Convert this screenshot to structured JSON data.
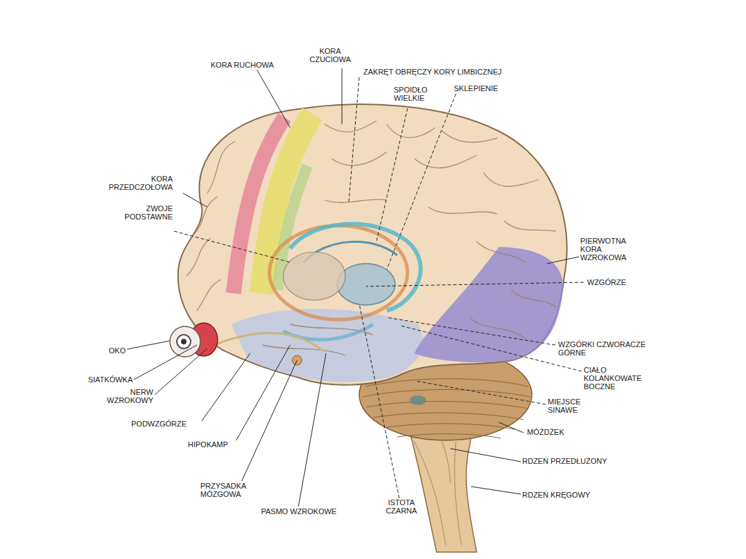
{
  "diagram": {
    "labels": [
      "KORA RUCHOWA",
      "KORA CZUCIOWA",
      "ZAKRĘT OBRĘCZY KORY LIMBICZNEJ",
      "SPOIDŁO WIELKIE",
      "SKLEPIENIE",
      "KORA PRZEDCZOŁOWA",
      "ZWOJE PODSTAWNE",
      "PIERWOTNA KORA WZROKOWA",
      "WZGÓRZE",
      "OKO",
      "WZGÓRKI CZWORACZE GÓRNE",
      "CIAŁO KOLANKOWATE BOCZNE",
      "SIATKÓWKA",
      "NERW WZROKOWY",
      "MIEJSCE SINAWE",
      "PODWZGÓRZE",
      "MÓŻDŻEK",
      "HIPOKAMP",
      "RDZEŃ PRZEDŁUŻONY",
      "RDZEŃ KRĘGOWY",
      "PRZYSADKA MÓZGOWA",
      "PASMO WZROKOWE",
      "ISTOTA CZARNA"
    ]
  }
}
